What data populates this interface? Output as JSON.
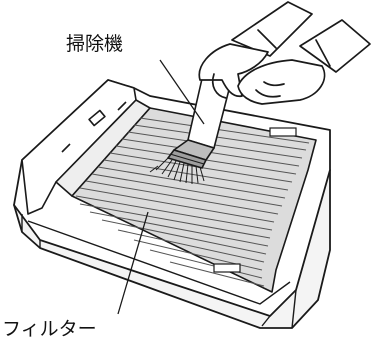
{
  "labels": {
    "vacuum": "掃除機",
    "filter": "フィルター"
  },
  "illustration": {
    "line_color": "#1a1a1a",
    "hand_fill": "#ffffff",
    "nozzle_shade": "#bdbdbd",
    "filter_fill": "#d9d9d9",
    "icon": "vacuum-cleaning-filter-illustration"
  }
}
